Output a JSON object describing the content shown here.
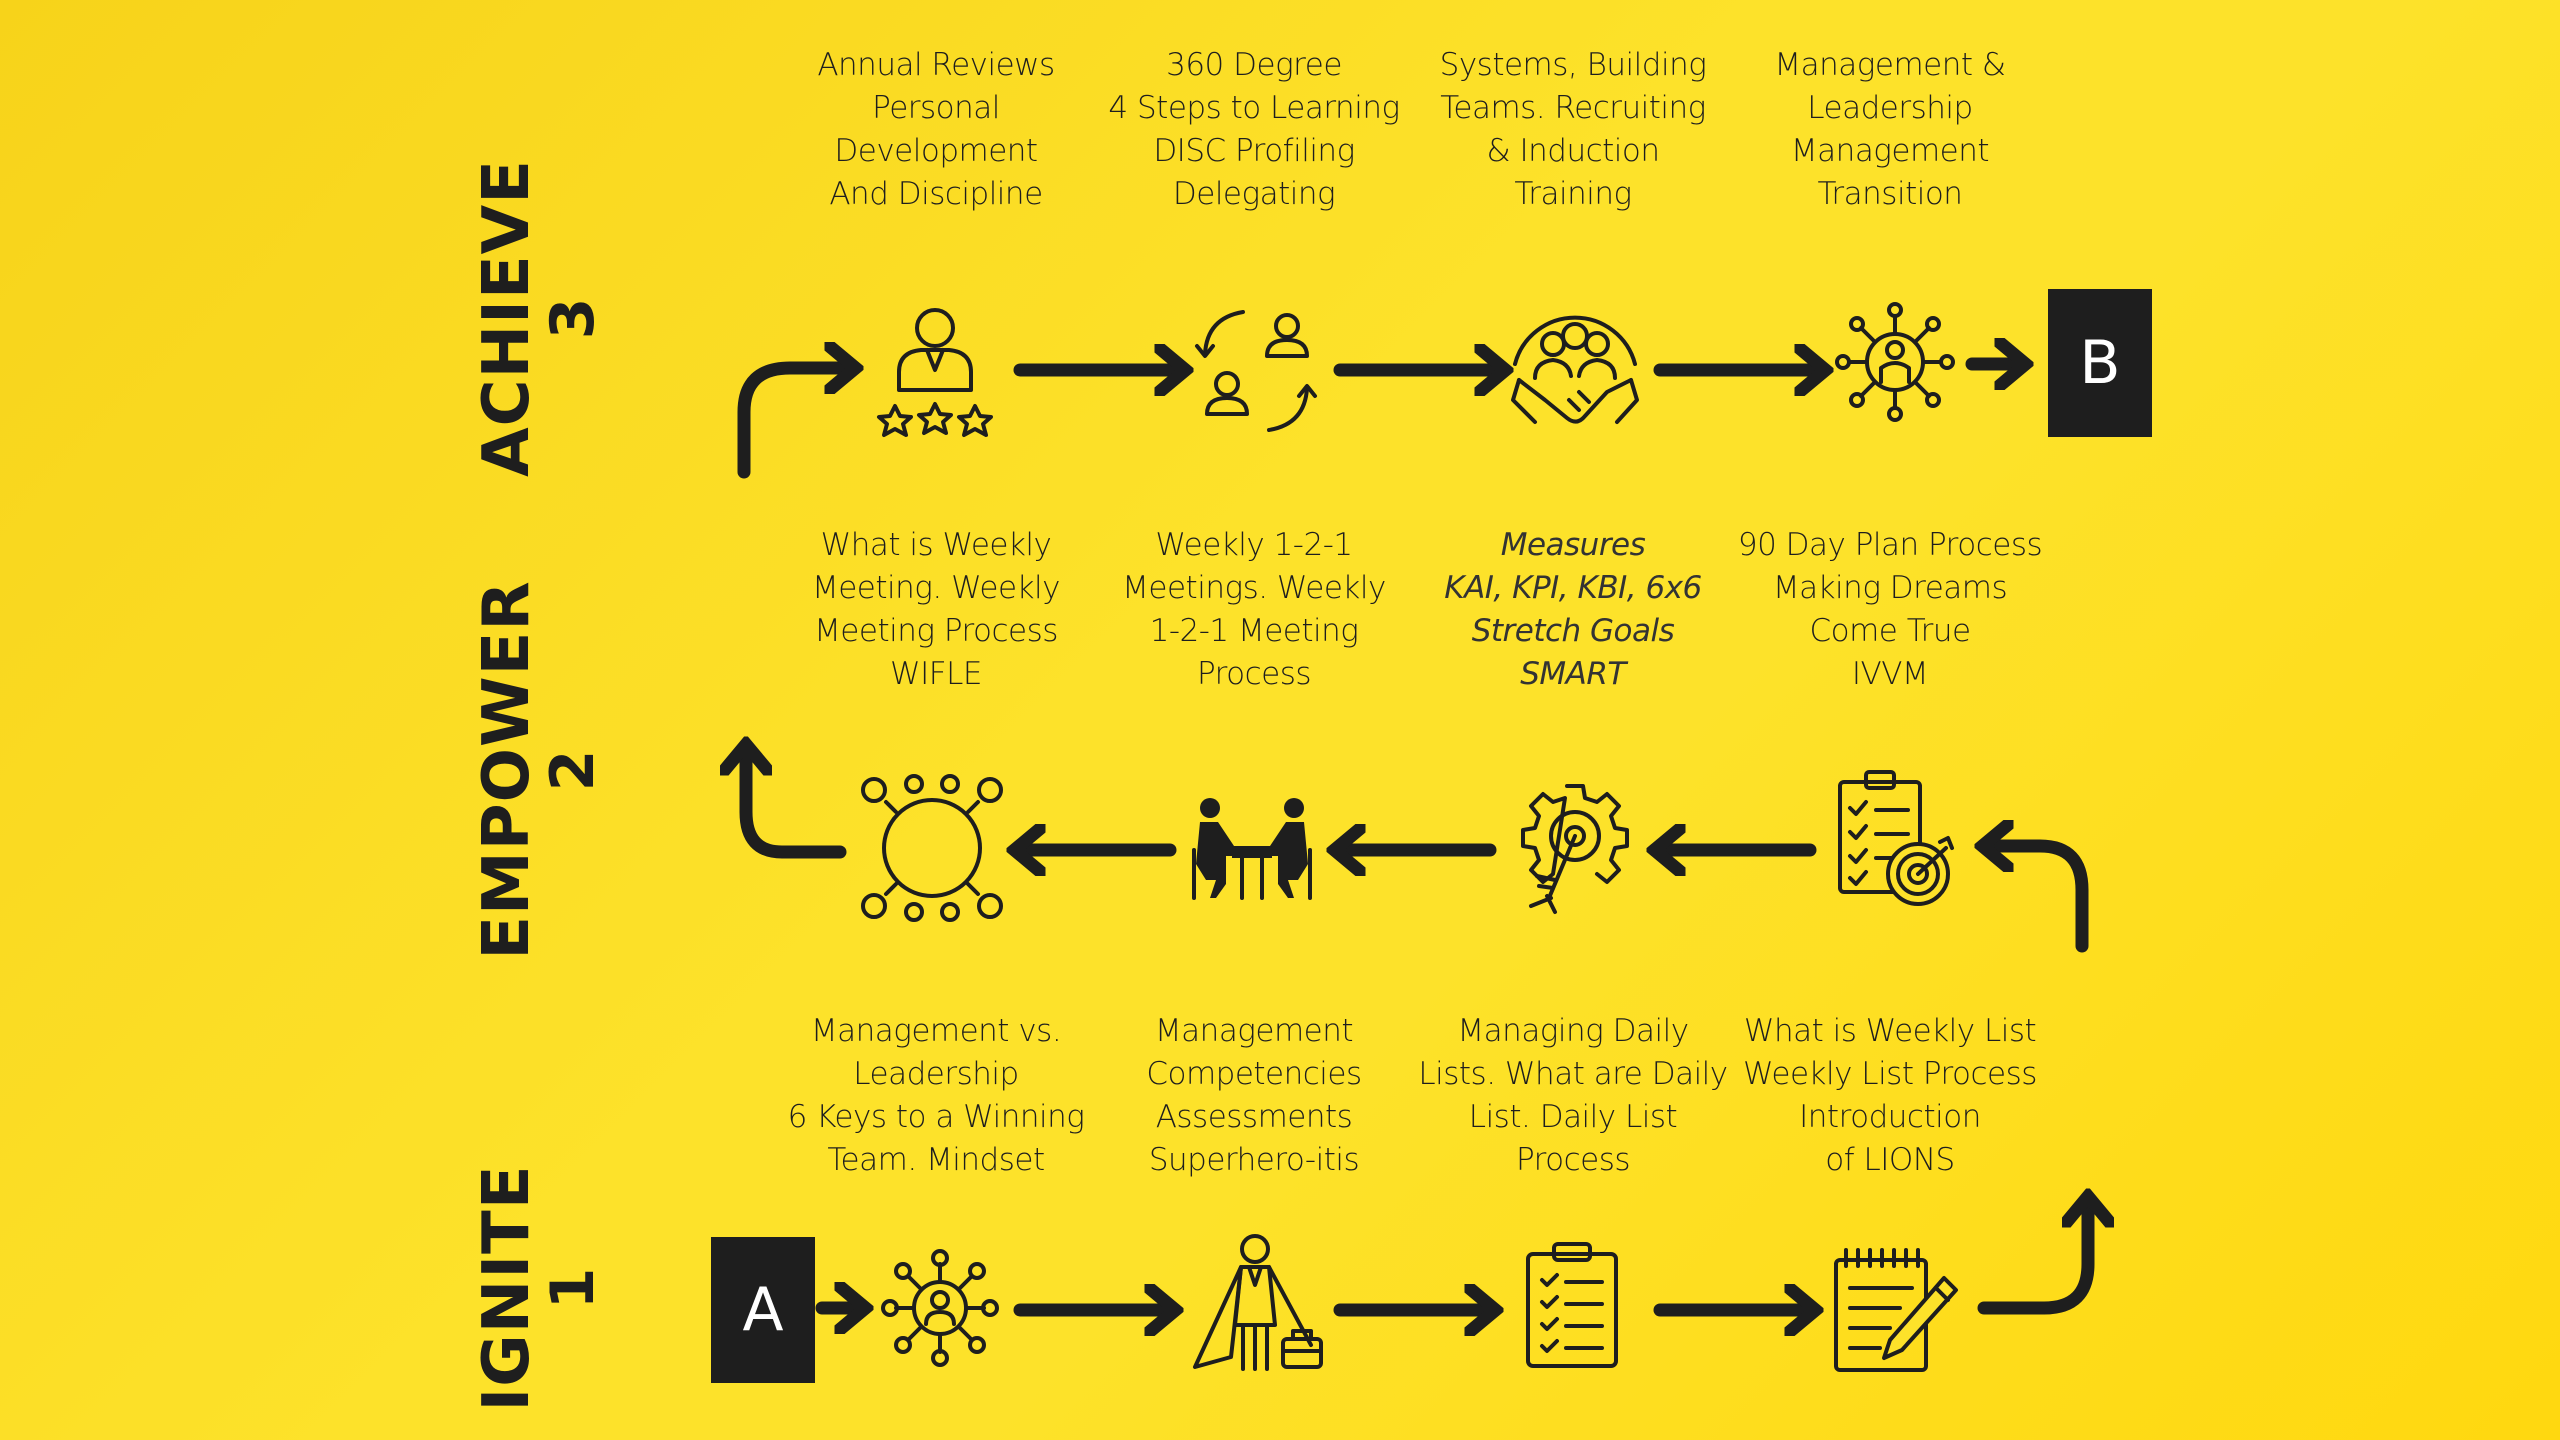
{
  "stages": [
    {
      "name": "ACHIEVE",
      "number": "3"
    },
    {
      "name": "EMPOWER",
      "number": "2"
    },
    {
      "name": "IGNITE",
      "number": "1"
    }
  ],
  "boxes": {
    "start": "A",
    "end": "B"
  },
  "achieve": [
    [
      "Annual Reviews",
      "Personal",
      "Development",
      "And Discipline"
    ],
    [
      "360 Degree",
      "4 Steps to Learning",
      "DISC Profiling",
      "Delegating"
    ],
    [
      "Systems, Building",
      "Teams. Recruiting",
      "& Induction",
      "Training"
    ],
    [
      "Management &",
      "Leadership",
      "Management",
      "Transition"
    ]
  ],
  "empower": [
    [
      "What is Weekly",
      "Meeting. Weekly",
      "Meeting Process",
      "WIFLE"
    ],
    [
      "Weekly 1-2-1",
      "Meetings. Weekly",
      "1-2-1 Meeting",
      "Process"
    ],
    [
      "Measures",
      "KAI, KPI, KBI, 6x6",
      "Stretch Goals",
      "SMART"
    ],
    [
      "90 Day Plan Process",
      "Making Dreams",
      "Come True",
      "IVVM"
    ]
  ],
  "ignite": [
    [
      "Management vs.",
      "Leadership",
      "6 Keys to a Winning",
      "Team. Mindset"
    ],
    [
      "Management",
      "Competencies",
      "Assessments",
      "Superhero-itis"
    ],
    [
      "Managing Daily",
      "Lists. What are Daily",
      "List. Daily List",
      "Process"
    ],
    [
      "What is Weekly List",
      "Weekly List Process",
      "Introduction",
      "of LIONS"
    ]
  ],
  "icons": {
    "achieve": [
      "employee-rating-icon",
      "exchange-people-icon",
      "teamwork-handshake-icon",
      "network-leader-icon"
    ],
    "empower": [
      "meeting-table-icon",
      "one-to-one-meeting-icon",
      "gear-target-icon",
      "checklist-target-icon"
    ],
    "ignite": [
      "network-person-icon",
      "superhero-icon",
      "clipboard-checklist-icon",
      "notepad-pencil-icon"
    ]
  },
  "colors": {
    "background": "#fde22a",
    "ink": "#1e1e1e",
    "box_text": "#ffffff"
  }
}
